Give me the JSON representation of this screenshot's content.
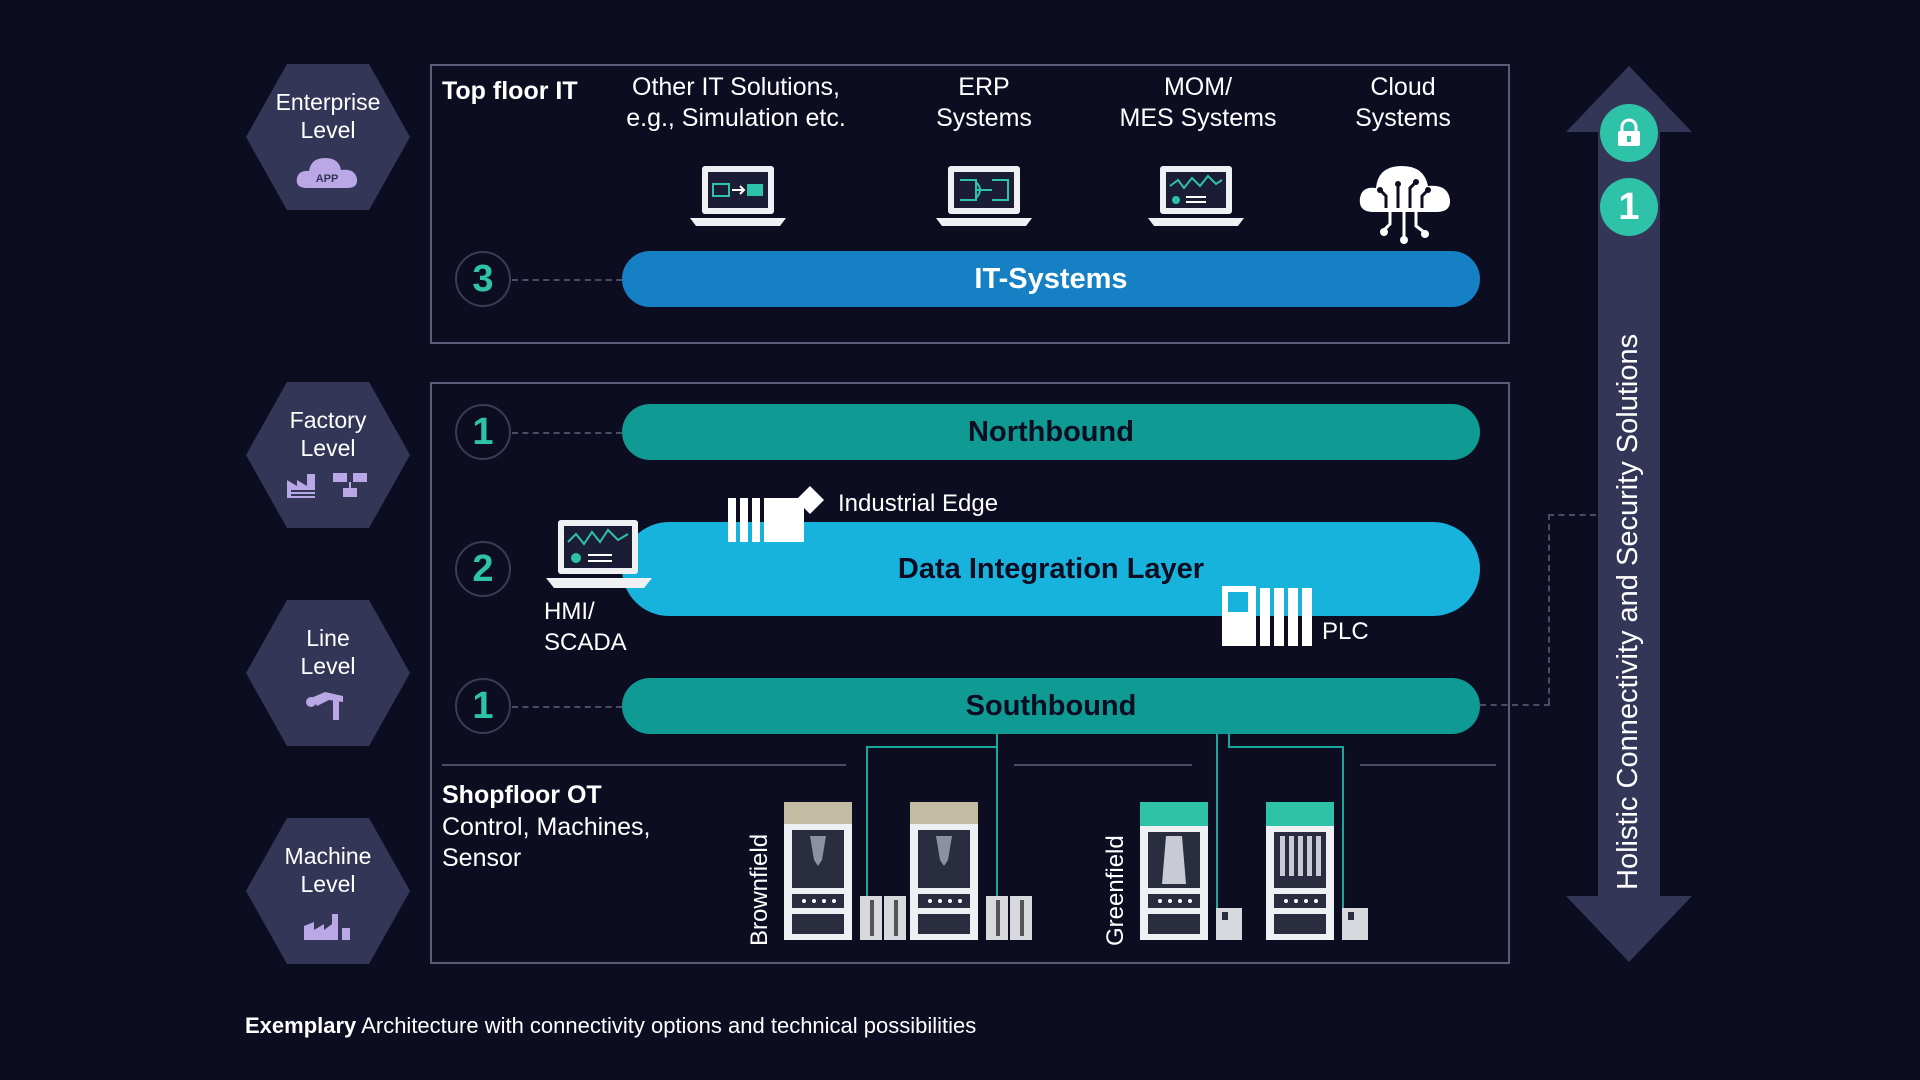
{
  "levels": {
    "enterprise": "Enterprise\nLevel",
    "enterprise_badge": "APP",
    "factory": "Factory\nLevel",
    "line": "Line\nLevel",
    "machine": "Machine\nLevel"
  },
  "top": {
    "title": "Top floor IT",
    "columns": [
      "Other IT Solutions,\ne.g., Simulation etc.",
      "ERP\nSystems",
      "MOM/\nMES Systems",
      "Cloud\nSystems"
    ],
    "step": "3",
    "bar": "IT-Systems"
  },
  "bottom": {
    "northbound_step": "1",
    "northbound": "Northbound",
    "edge_label": "Industrial Edge",
    "dil_step": "2",
    "hmi_label": "HMI/\nSCADA",
    "dil": "Data Integration Layer",
    "plc_label": "PLC",
    "southbound_step": "1",
    "southbound": "Southbound",
    "shopfloor_title": "Shopfloor OT",
    "shopfloor_sub": "Control, Machines,\nSensor",
    "brownfield": "Brownfield",
    "greenfield": "Greenfield"
  },
  "side": {
    "step": "1",
    "label": "Holistic Connectivity and Security Solutions"
  },
  "caption": {
    "bold": "Exemplary",
    "rest": " Architecture with connectivity options and technical possibilities"
  },
  "colors": {
    "background": "#0d0d22",
    "it_bar": "#1680c4",
    "northbound": "#0f9a93",
    "dil": "#18b3dc",
    "step_number": "#2ec2a8",
    "hexagon": "#343657"
  },
  "icons": [
    "app-cloud-icon",
    "factory-icon",
    "network-icon",
    "robot-arm-icon",
    "machine-icon",
    "laptop-icon",
    "cloud-circuit-icon",
    "lock-icon",
    "edge-device-icon",
    "plc-icon",
    "cnc-machine-icon"
  ]
}
